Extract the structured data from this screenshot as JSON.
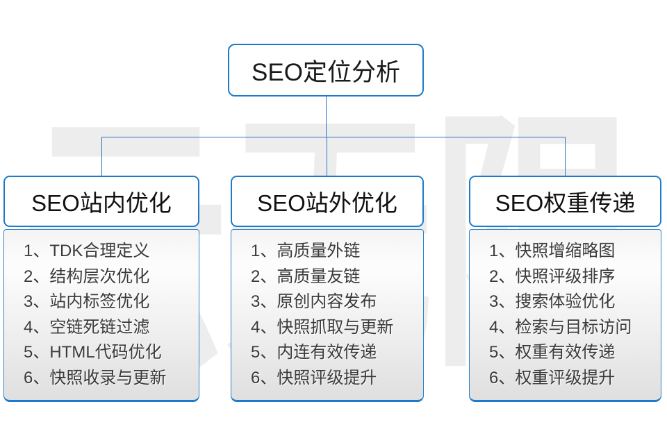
{
  "watermark": {
    "text": "云无限"
  },
  "root_node": {
    "label": "SEO定位分析"
  },
  "columns": [
    {
      "header": "SEO站内优化",
      "items": [
        "1、TDK合理定义",
        "2、结构层次优化",
        "3、站内标签优化",
        "4、空链死链过滤",
        "5、HTML代码优化",
        "6、快照收录与更新"
      ]
    },
    {
      "header": "SEO站外优化",
      "items": [
        "1、高质量外链",
        "2、高质量友链",
        "3、原创内容发布",
        "4、快照抓取与更新",
        "5、内连有效传递",
        "6、快照评级提升"
      ]
    },
    {
      "header": "SEO权重传递",
      "items": [
        "1、快照增缩略图",
        "2、快照评级排序",
        "3、搜索体验优化",
        "4、检索与目标访问",
        "5、权重有效传递",
        "6、权重评级提升"
      ]
    }
  ],
  "colors": {
    "node_border": "#1e7bc9",
    "connector": "#2575c5",
    "watermark_gray": "#ededed"
  }
}
